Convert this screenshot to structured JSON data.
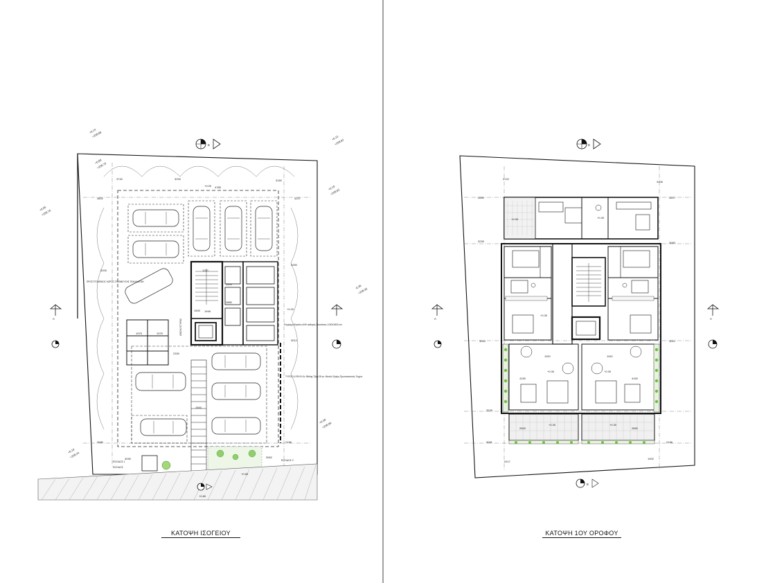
{
  "sheet": {
    "left_plan": {
      "title": "ΚΑΤΟΨΗ ΙΣΟΓΕΙΟΥ",
      "section_mark": "B",
      "side_mark": "A",
      "levels": [
        "+0.14",
        "+258.88",
        "+0.15",
        "+258.82",
        "+0.00",
        "+258.79",
        "+0.00",
        "+0.10",
        "+258.82",
        "+0.05",
        "+258.76",
        "-0.36",
        "+258.36",
        "+0.20",
        "+0.10",
        "+258.24",
        "+0.30",
        "+258.98",
        "+0.85",
        "+0.80"
      ],
      "dims": [
        "3740",
        "3290",
        "4785",
        "3160",
        "3227",
        "3802",
        "3250",
        "3205",
        "1100",
        "1200",
        "1975",
        "1975",
        "2330",
        "2880",
        "1948",
        "1500",
        "3012",
        "3080",
        "2196",
        "3030",
        "3062",
        "1500"
      ],
      "notes": [
        "ΠΡΟΣΤΙΤΟΜΕΝΟΣ ΧΩΡΟΣ ΣΤΑΘΜΕΥΣΗΣ ΠΟΔΗΛΑΤΩΝ",
        "ΑΝΕΛΚΥΣΤΗΡΑΣ",
        "Πυρίμαχο Φρεάτιο ΑΗΚ καθαρές διαστάσεις 1100Χ1800 cm",
        "ΤΥΠΟΣ Α 2ΦΥΛΛ 3x Sliding Τζάμι 28 εκ. Μεταλλ Ερέμη Προστατευτικές Τοιχοπ.",
        "ΕΙΣΟΔΟΣ 1",
        "ΕΙΣΟΔΟΣ 2",
        "ΕΙΣΟΔΟΣ"
      ]
    },
    "right_plan": {
      "title": "ΚΑΤΟΨΗ 1ΟΥ ΟΡΟΦΟΥ",
      "section_mark": "B",
      "side_mark": "A",
      "levels": [
        "+0.30",
        "+0.30",
        "+0.30",
        "+0.30",
        "+0.30",
        "+0.30",
        "+0.30"
      ],
      "dims": [
        "3742",
        "3106",
        "3227",
        "3590",
        "3239",
        "3083",
        "3040",
        "3012",
        "3225",
        "3081",
        "2196",
        "2417",
        "1902",
        "2500",
        "2850",
        "4150",
        "4150",
        "1100",
        "1100"
      ]
    }
  }
}
